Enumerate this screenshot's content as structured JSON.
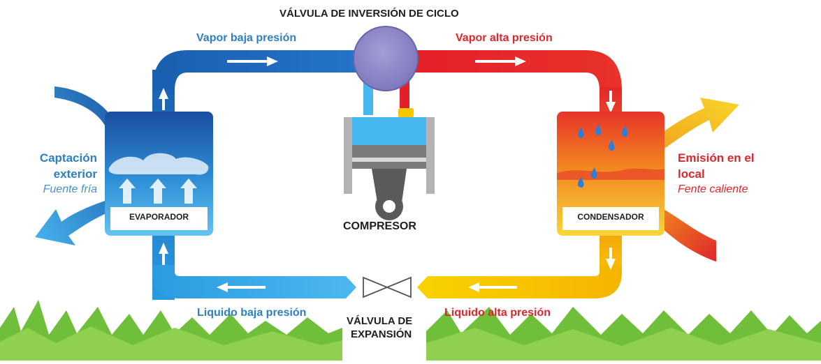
{
  "title": "VÁLVULA DE INVERSIÓN DE CICLO",
  "pipes": {
    "top_left": "Vapor baja presión",
    "top_right": "Vapor alta presión",
    "bottom_left": "Liquido baja presión",
    "bottom_right": "Liquido alta presión"
  },
  "components": {
    "evaporator": "EVAPORADOR",
    "compressor": "COMPRESOR",
    "condenser": "CONDENSADOR",
    "expansion_valve_line1": "VÁLVULA DE",
    "expansion_valve_line2": "EXPANSIÓN"
  },
  "left_side": {
    "line1": "Captación",
    "line2": "exterior",
    "source": "Fuente fría"
  },
  "right_side": {
    "line1": "Emisión en el",
    "line2": "local",
    "source": "Fente caliente"
  },
  "colors": {
    "cold": "#1f7fd0",
    "hot": "#e0262b",
    "liquid_hot": "#f7c600",
    "valve": "#8c86c4",
    "grass": "#6fbf3a"
  }
}
